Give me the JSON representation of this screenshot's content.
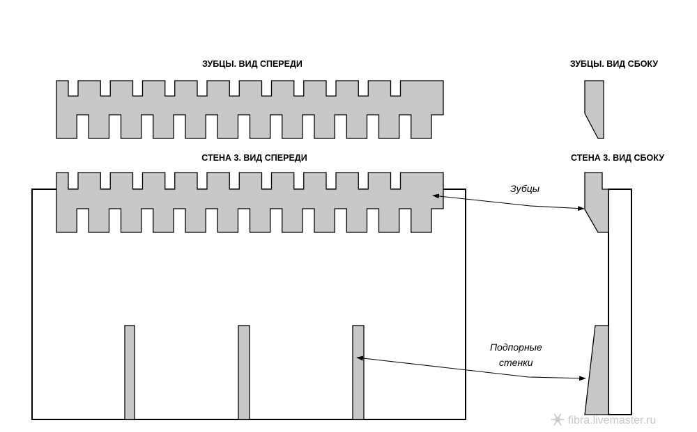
{
  "labels": {
    "teeth_front_title": "ЗУБЦЫ. ВИД СПЕРЕДИ",
    "teeth_side_title": "ЗУБЦЫ. ВИД СБОКУ",
    "wall_front_title": "СТЕНА 3. ВИД СПЕРЕДИ",
    "wall_side_title": "СТЕНА 3. ВИД СБОКУ",
    "teeth_callout": "Зубцы",
    "supports_callout_line1": "Подпорные",
    "supports_callout_line2": "стенки"
  },
  "watermark": {
    "text": "fibra.livemaster.ru",
    "icon": "snowflake-icon"
  },
  "colors": {
    "part_fill": "#c8c8c8",
    "outline": "#000000",
    "watermark": "#c9c9c9"
  }
}
